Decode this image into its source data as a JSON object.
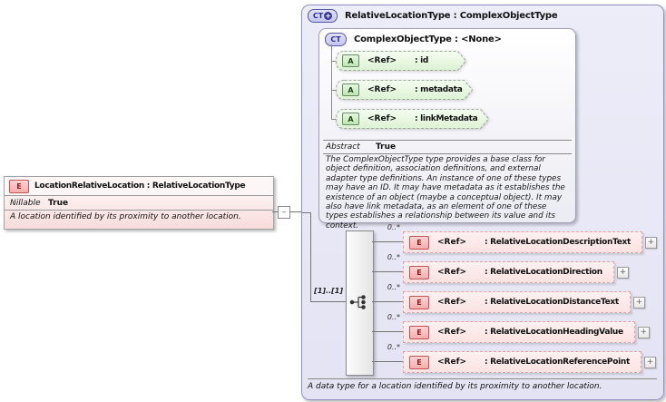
{
  "icons": {
    "expand": "+",
    "collapse": "–",
    "plus": "+"
  },
  "colors": {
    "element_pink": "#f5acac",
    "element_border": "#c05454",
    "attribute_green": "#bde4b1",
    "attribute_border": "#688e68",
    "type_lavender": "#ededf9",
    "type_border": "#9191c1",
    "badge_blue": "#2c2c99"
  },
  "element_box": {
    "badge": "E",
    "title": "LocationRelativeLocation : RelativeLocationType",
    "properties": [
      {
        "name": "Nillable",
        "value": "True"
      }
    ],
    "annotation": "A location identified by its proximity to another location."
  },
  "type_box": {
    "badge": "CT",
    "title": "RelativeLocationType : ComplexObjectType",
    "annotation": "A data type for a location identified by its proximity to another location.",
    "base_type_box": {
      "badge": "CT",
      "title": "ComplexObjectType : <None>",
      "attributes": [
        {
          "badge": "A",
          "ref": "<Ref>",
          "name": ": id"
        },
        {
          "badge": "A",
          "ref": "<Ref>",
          "name": ": metadata"
        },
        {
          "badge": "A",
          "ref": "<Ref>",
          "name": ": linkMetadata"
        }
      ],
      "properties": [
        {
          "name": "Abstract",
          "value": "True"
        }
      ],
      "annotation": "The ComplexObjectType type provides a base class for object definition, association definitions, and external adapter type definitions. An instance of one of these types may have an ID. It may have metadata as it establishes the existence of an object (maybe a conceptual object). It may also have link metadata, as an element of one of these types establishes a relationship between its value and its context."
    },
    "sequence": {
      "cardinality": "[1]..[1]",
      "elements": [
        {
          "badge": "E",
          "occurs": "0..*",
          "ref": "<Ref>",
          "name": ": RelativeLocationDescriptionText"
        },
        {
          "badge": "E",
          "occurs": "0..*",
          "ref": "<Ref>",
          "name": ": RelativeLocationDirection"
        },
        {
          "badge": "E",
          "occurs": "0..*",
          "ref": "<Ref>",
          "name": ": RelativeLocationDistanceText"
        },
        {
          "badge": "E",
          "occurs": "0..*",
          "ref": "<Ref>",
          "name": ": RelativeLocationHeadingValue"
        },
        {
          "badge": "E",
          "occurs": "0..*",
          "ref": "<Ref>",
          "name": ": RelativeLocationReferencePoint"
        }
      ]
    }
  }
}
